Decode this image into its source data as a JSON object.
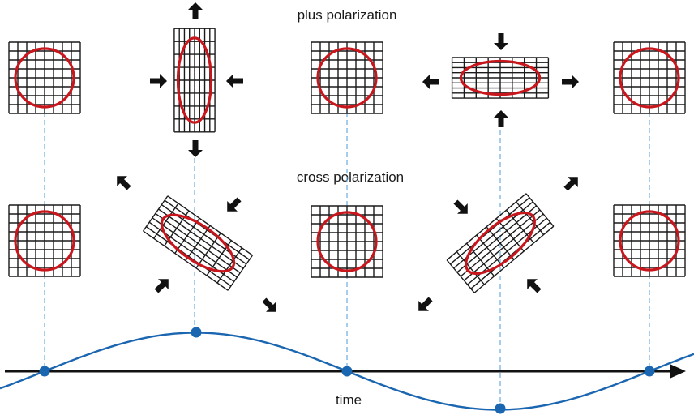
{
  "labels": {
    "plus": "plus polarization",
    "cross": "cross polarization",
    "time": "time"
  },
  "colors": {
    "grid": "#1a1a1a",
    "ring": "#c8161d",
    "wave": "#1b66b0",
    "guide": "#6aaee0",
    "arrow": "#111111"
  }
}
